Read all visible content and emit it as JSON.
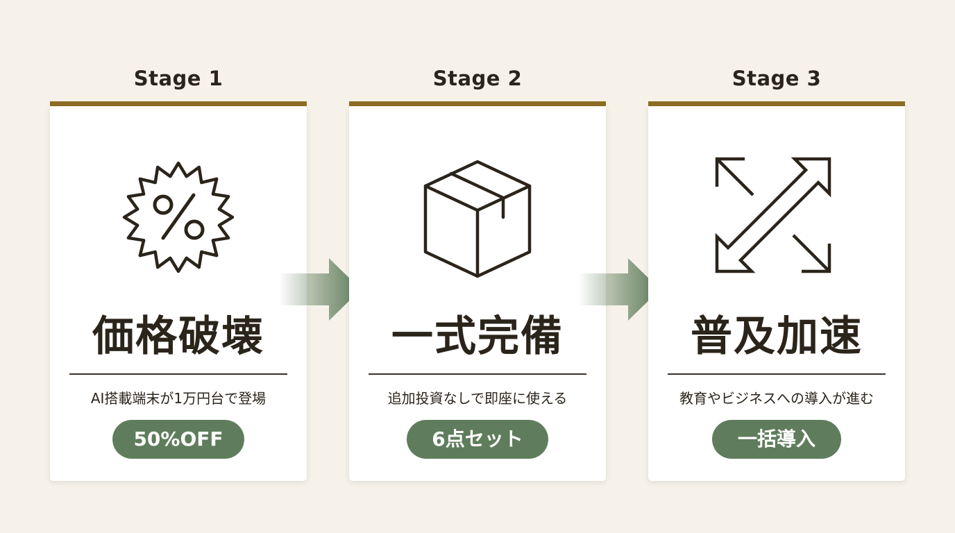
{
  "stages": [
    {
      "label": "Stage 1",
      "icon": "discount-badge-icon",
      "headline": "価格破壊",
      "subtext": "AI搭載端末が1万円台で登場",
      "badge": "50%OFF"
    },
    {
      "label": "Stage 2",
      "icon": "package-box-icon",
      "headline": "一式完備",
      "subtext": "追加投資なしで即座に使える",
      "badge": "6点セット"
    },
    {
      "label": "Stage 3",
      "icon": "expand-arrows-icon",
      "headline": "普及加速",
      "subtext": "教育やビジネスへの導入が進む",
      "badge": "一括導入"
    }
  ],
  "colors": {
    "background": "#f6f2ea",
    "accent_bar": "#8e6d24",
    "badge": "#5f7d5c",
    "arrow": "#5f7d5c",
    "text": "#2b241b"
  }
}
